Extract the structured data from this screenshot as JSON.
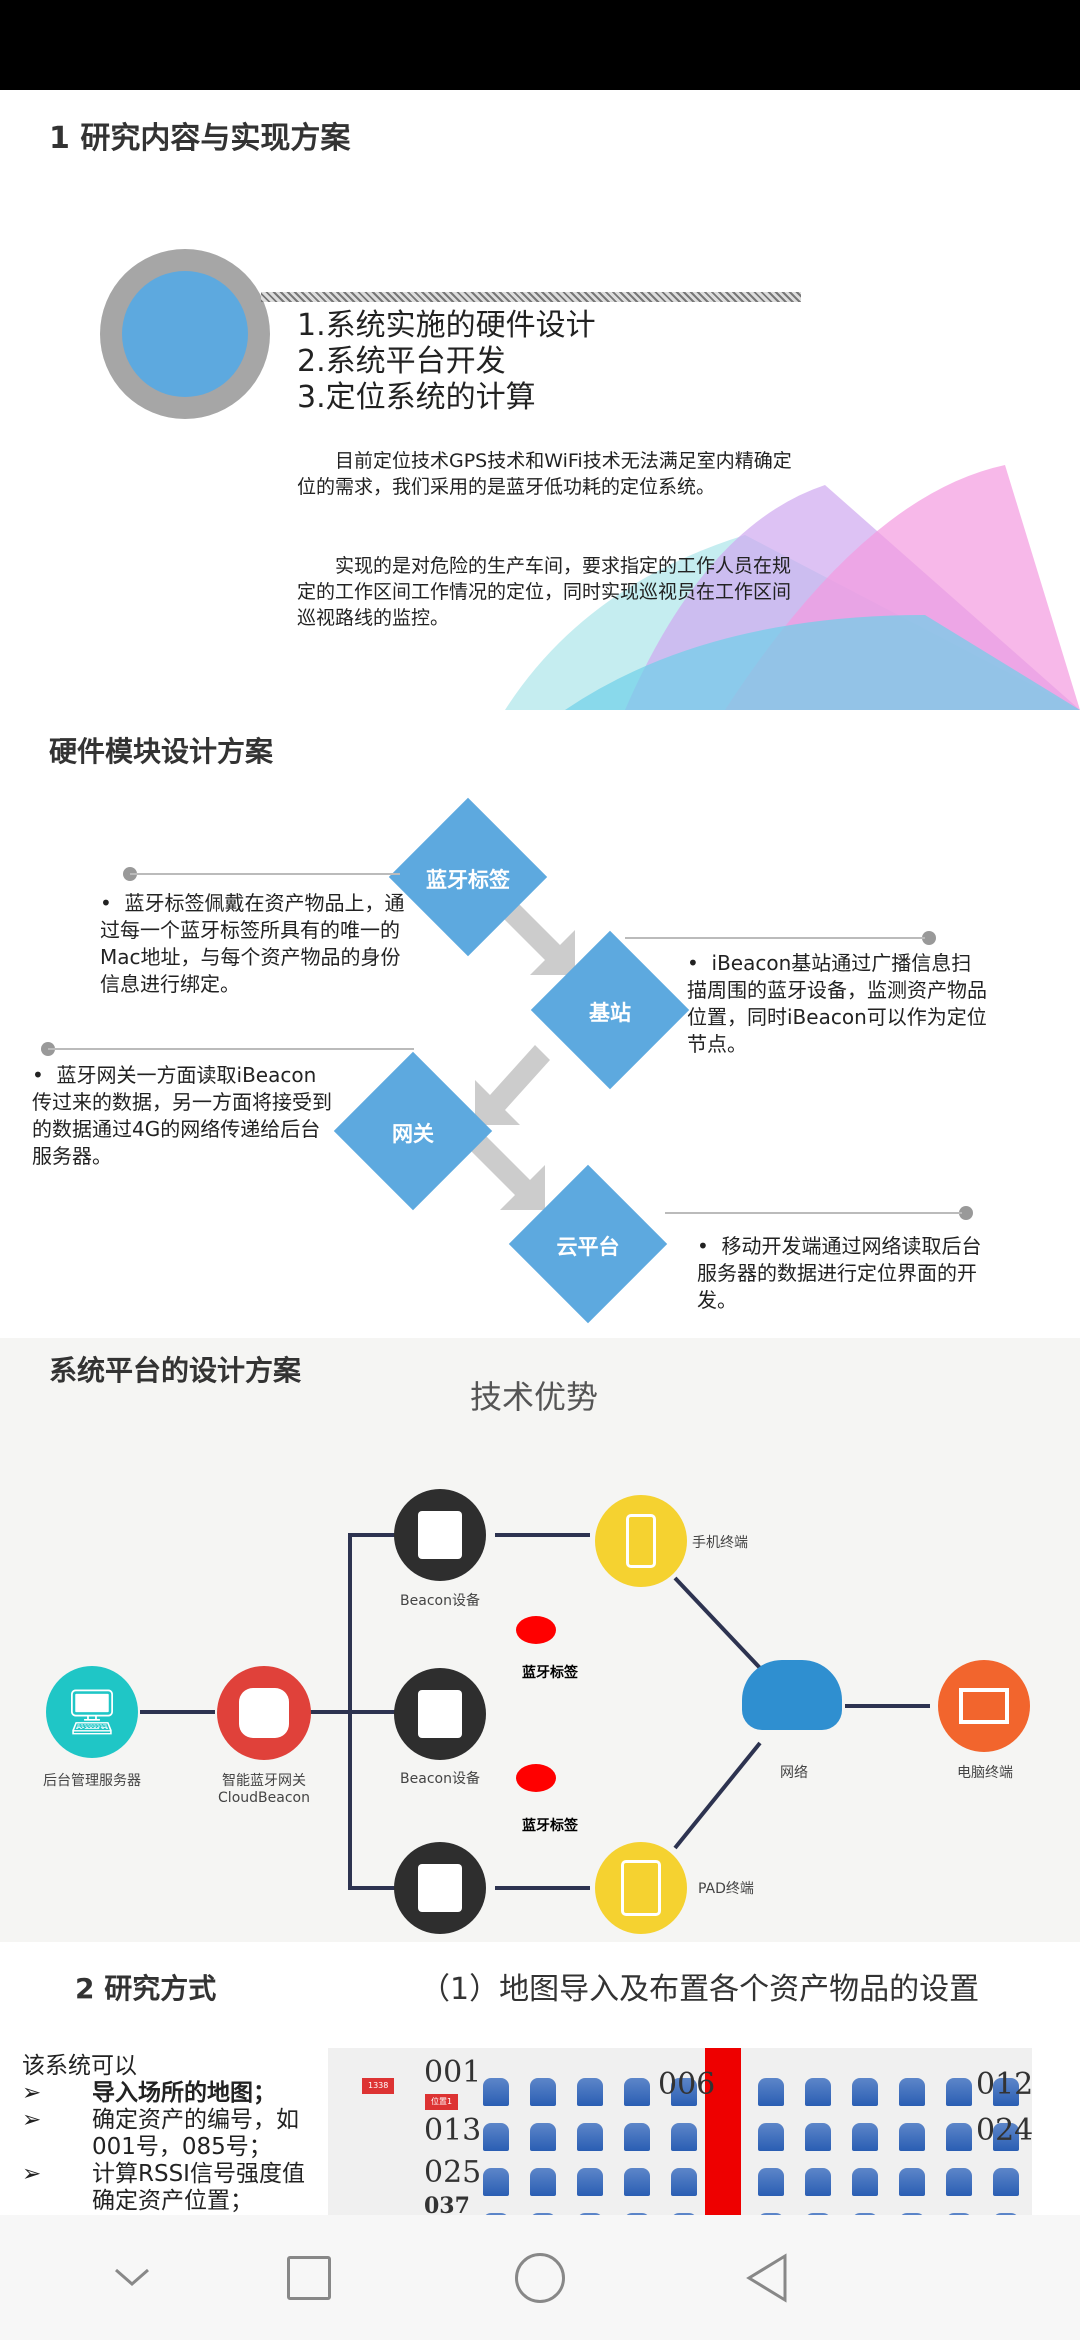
{
  "section1": {
    "title": "1 研究内容与实现方案",
    "list": [
      "1.系统实施的硬件设计",
      "2.系统平台开发",
      "3.定位系统的计算"
    ],
    "para1": "目前定位技术GPS技术和WiFi技术无法满足室内精确定位的需求，我们采用的是蓝牙低功耗的定位系统。",
    "para2": "实现的是对危险的生产车间，要求指定的工作人员在规定的工作区间工作情况的定位，同时实现巡视员在工作区间巡视路线的监控。"
  },
  "hardware": {
    "title": "硬件模块设计方案",
    "nodes": [
      "蓝牙标签",
      "基站",
      "网关",
      "云平台"
    ],
    "descs": [
      "蓝牙标签佩戴在资产物品上，通过每一个蓝牙标签所具有的唯一的Mac地址，与每个资产物品的身份信息进行绑定。",
      "iBeacon基站通过广播信息扫描周围的蓝牙设备，监测资产物品位置，同时iBeacon可以作为定位节点。",
      "蓝牙网关一方面读取iBeacon传过来的数据，另一方面将接受到的数据通过4G的网络传递给后台服务器。",
      "移动开发端通过网络读取后台服务器的数据进行定位界面的开发。"
    ],
    "bullet": "•"
  },
  "platform": {
    "title": "系统平台的设计方案",
    "subtitle": "技术优势",
    "labels": {
      "server": "后台管理服务器",
      "gateway": "智能蓝牙网关",
      "gateway2": "CloudBeacon",
      "beacon1": "Beacon设备",
      "beacon2": "Beacon设备",
      "tag1": "蓝牙标签",
      "tag2": "蓝牙标签",
      "phone": "手机终端",
      "pad": "PAD终端",
      "network": "网络",
      "pc": "电脑终端"
    }
  },
  "section2": {
    "title": "2 研究方式",
    "subtitle": "（1）地图导入及布置各个资产物品的设置",
    "intro": "该系统可以",
    "items": [
      "导入场所的地图；",
      "确定资产的编号，如001号，085号；",
      "计算RSSI信号强度值确定资产位置；"
    ],
    "bullet": "➢",
    "map_labels": [
      "001",
      "006",
      "012",
      "013",
      "024",
      "025",
      "037"
    ],
    "map_tags": [
      "1338",
      "位置1"
    ]
  },
  "colors": {
    "accent": "#5da9df",
    "gray_bg": "#f5f5f3"
  }
}
